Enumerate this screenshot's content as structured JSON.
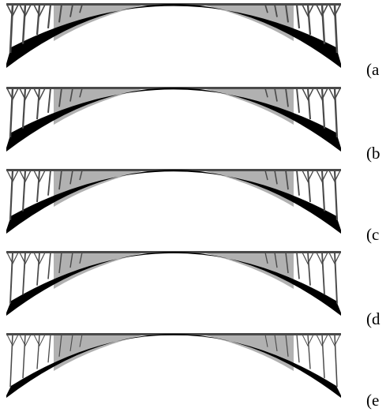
{
  "colors": {
    "member": "#000000",
    "fill": "#a9a9a9",
    "strut": "#4a4a4a"
  },
  "panels": [
    {
      "label": "(a",
      "arch_thickness": 1.0,
      "strut_weight": 1.0
    },
    {
      "label": "(b",
      "arch_thickness": 0.92,
      "strut_weight": 0.9
    },
    {
      "label": "(c",
      "arch_thickness": 0.86,
      "strut_weight": 0.85
    },
    {
      "label": "(d",
      "arch_thickness": 0.72,
      "strut_weight": 0.75
    },
    {
      "label": "(e",
      "arch_thickness": 0.58,
      "strut_weight": 0.6
    }
  ]
}
